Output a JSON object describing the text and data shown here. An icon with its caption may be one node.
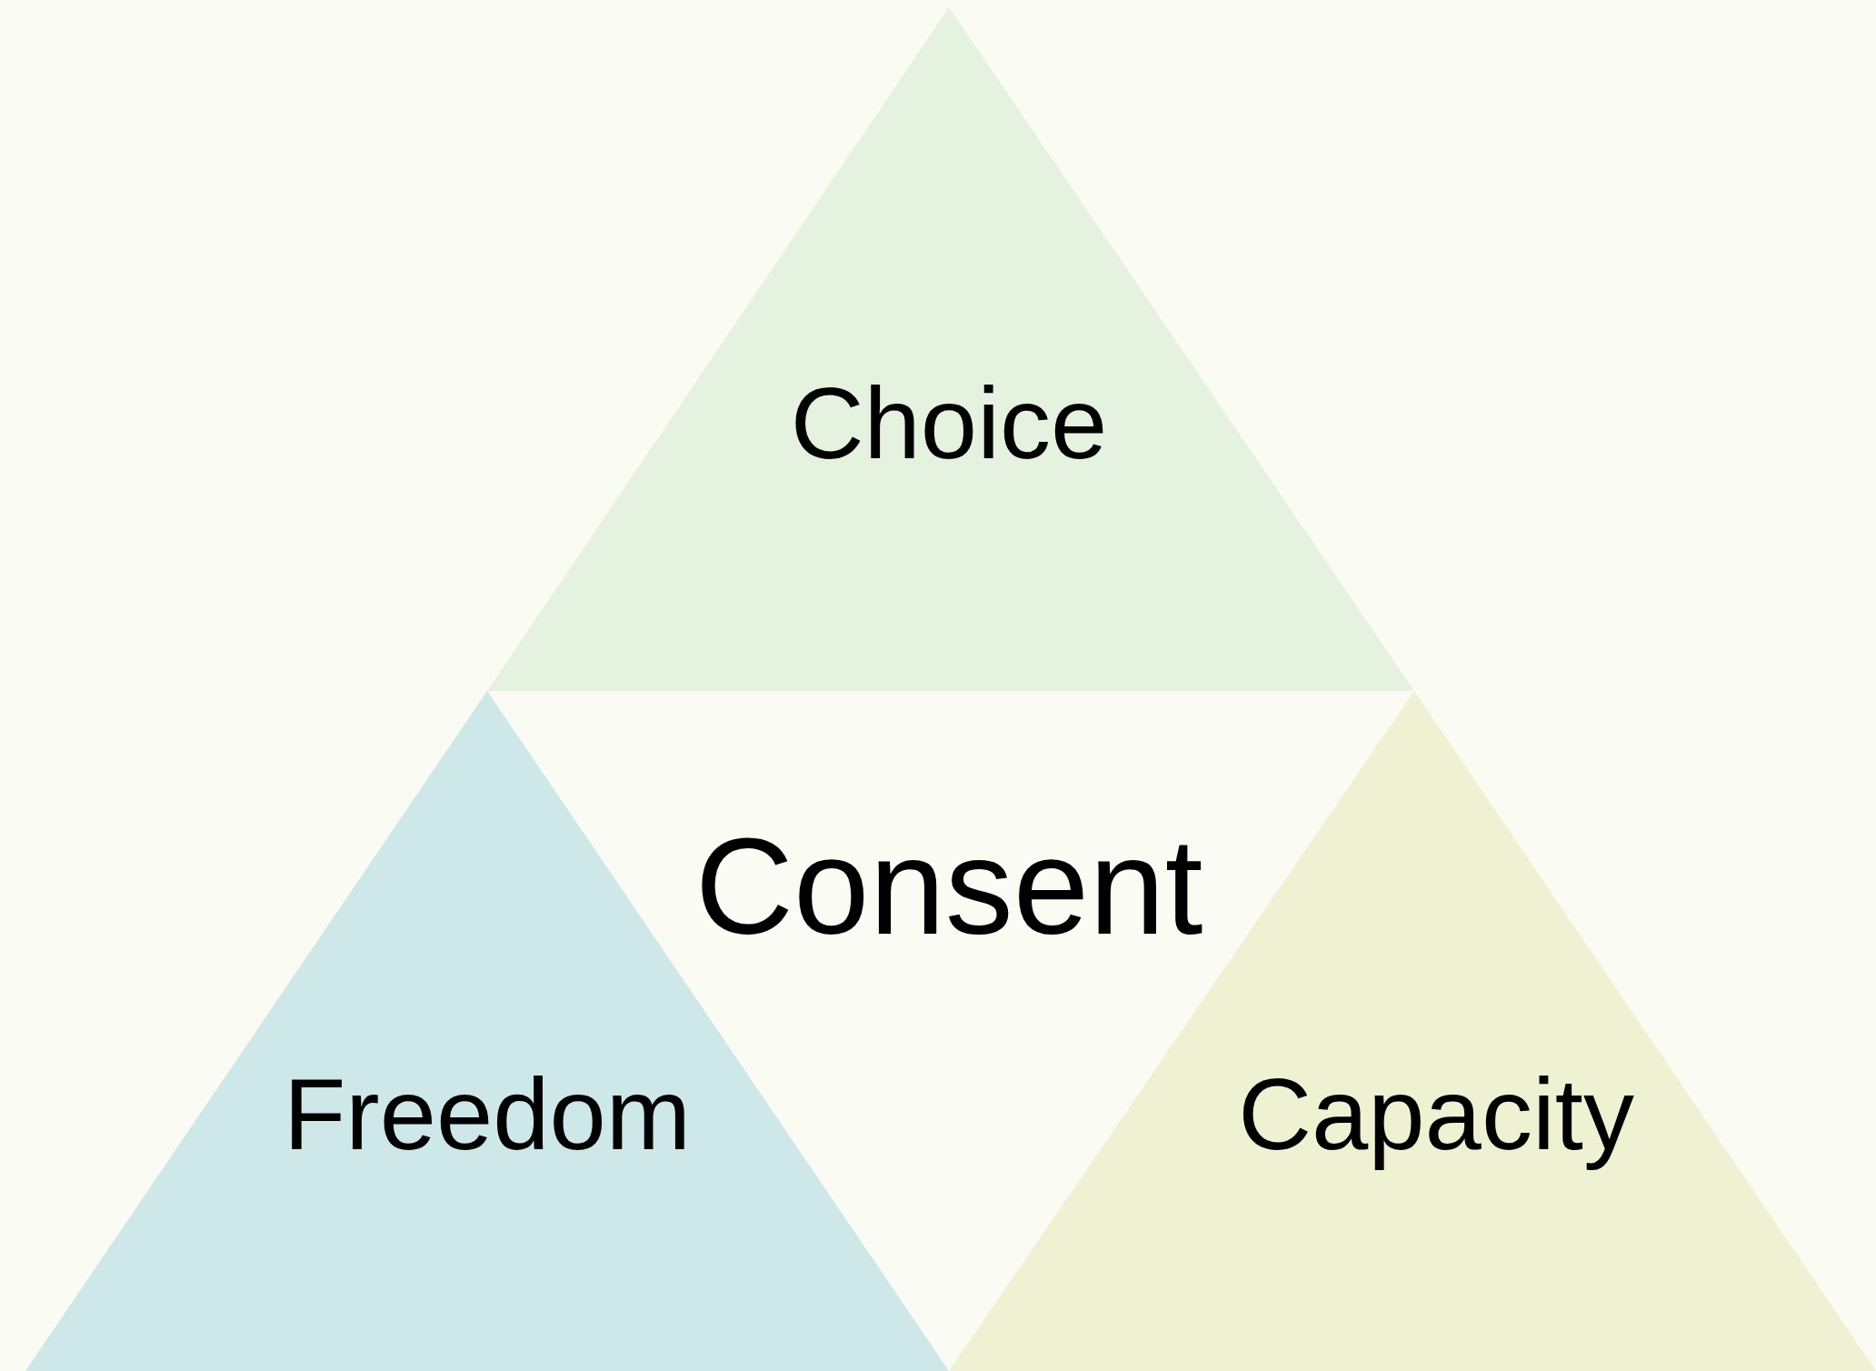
{
  "diagram": {
    "nodes": [
      {
        "text": [
          "Choice"
        ]
      },
      {
        "text": [
          "Consent"
        ]
      },
      {
        "text": [
          "Freedom"
        ]
      },
      {
        "text": [
          "Capacity"
        ]
      }
    ]
  }
}
